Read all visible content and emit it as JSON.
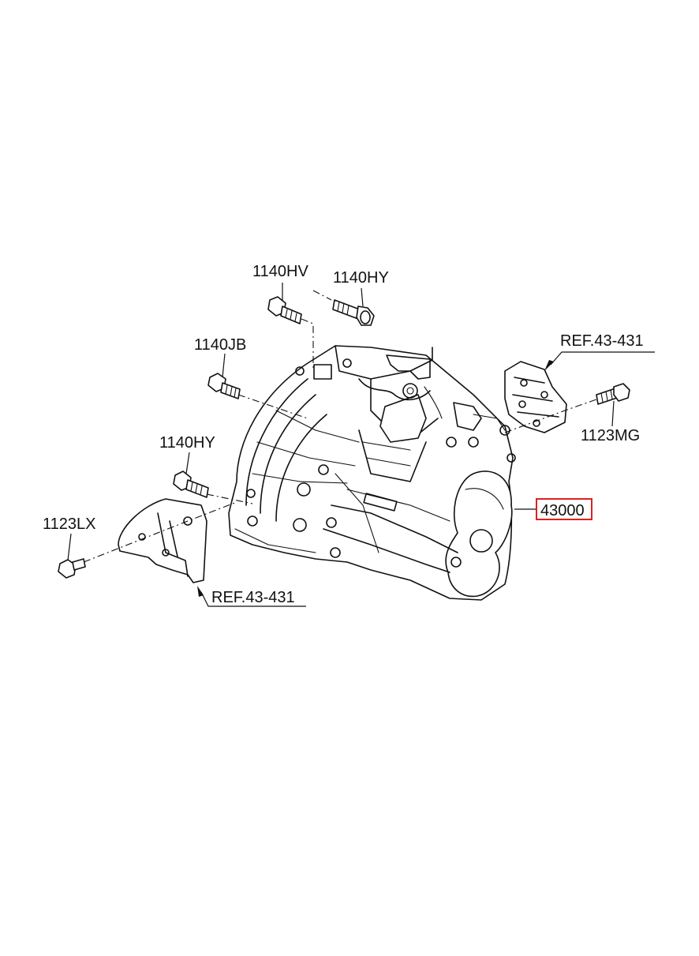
{
  "callouts": {
    "bolt_top_left": "1140HV",
    "bolt_top_right": "1140HY",
    "bolt_left_upper": "1140JB",
    "bolt_left_mid": "1140HY",
    "bolt_left_low": "1123LX",
    "bracket_top_ref": "REF.43-431",
    "bracket_bottom_ref": "REF.43-431",
    "bolt_right": "1123MG",
    "main_part": "43000"
  },
  "colors": {
    "line": "#111111",
    "highlight_box": "#e02020"
  }
}
